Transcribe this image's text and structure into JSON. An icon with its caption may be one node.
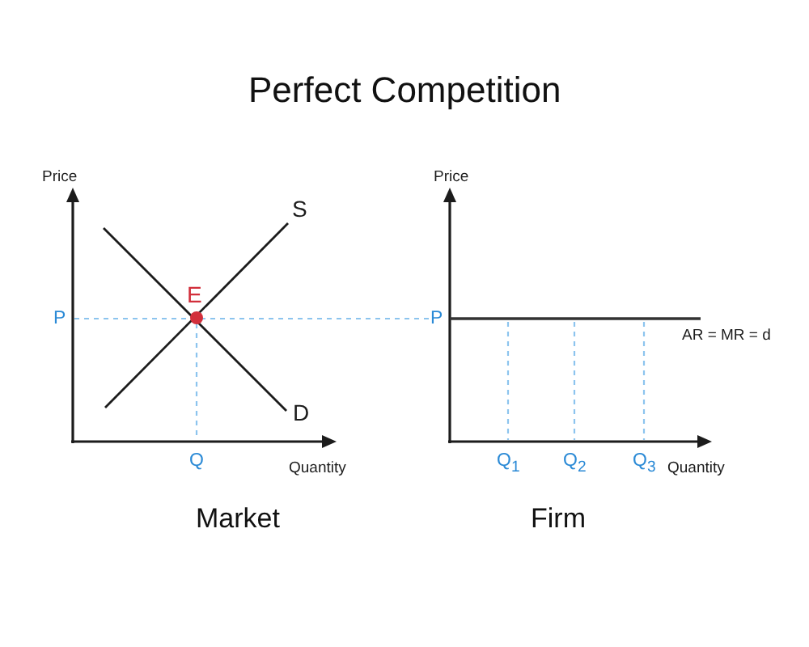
{
  "diagram": {
    "title": "Perfect Competition",
    "labels": [
      "Price",
      "S",
      "E",
      "P",
      "D",
      "Q",
      "Quantity",
      "Market",
      "Price",
      "P",
      "AR = MR = d",
      "Q$_{1}$",
      "Q$_{2}$",
      "Q$_{3}$",
      "Quantity",
      "Firm"
    ]
  }
}
